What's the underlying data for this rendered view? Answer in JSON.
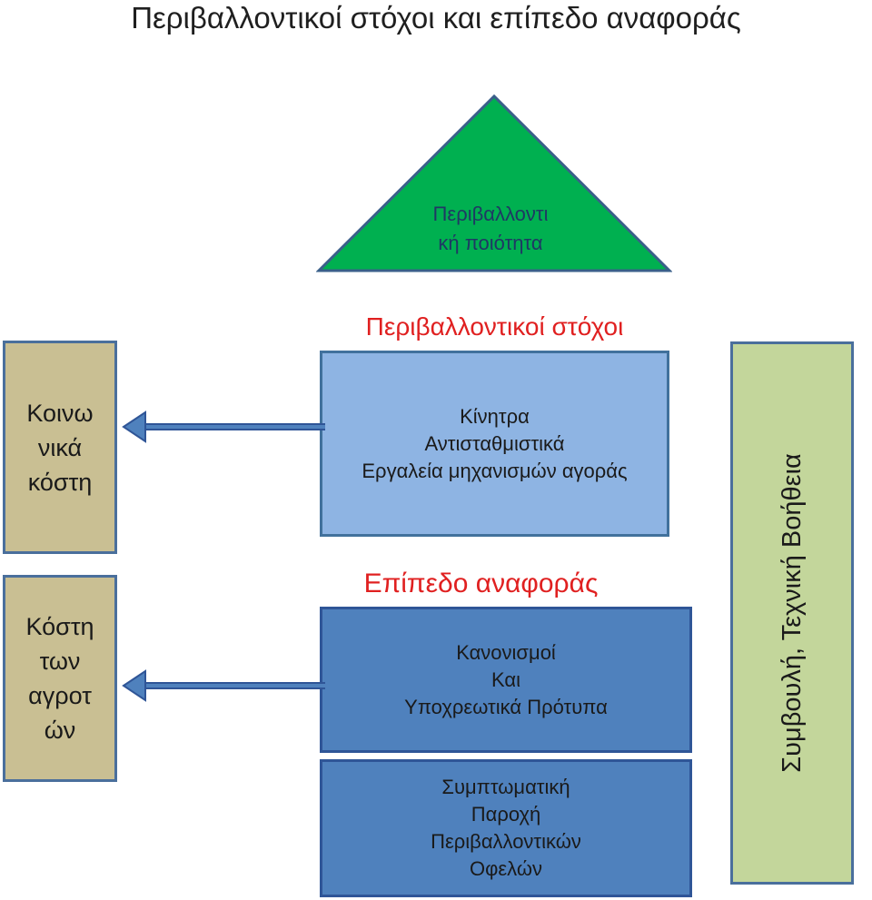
{
  "title": "Περιβαλλοντικοί στόχοι και επίπεδο αναφοράς",
  "triangle": {
    "line1": "Περιβαλλοντι",
    "line2": "κή ποιότητα"
  },
  "env_goals_label": "Περιβαλλοντικοί στόχοι",
  "incentives_box": {
    "line1": "Κίνητρα",
    "line2": "Αντισταθμιστικά",
    "line3": "Εργαλεία μηχανισμών αγοράς"
  },
  "reference_label": "Επίπεδο αναφοράς",
  "regulations_box": {
    "line1": "Κανονισμοί",
    "line2": "Και",
    "line3": "Υποχρεωτικά Πρότυπα"
  },
  "benefits_box": {
    "line1": "Συμπτωματική",
    "line2": "Παροχή",
    "line3": "Περιβαλλοντικών",
    "line4": "Οφελών"
  },
  "social_cost_box": {
    "line1": "Κοινω",
    "line2": "νικά",
    "line3": "κόστη"
  },
  "farmer_cost_box": {
    "line1": "Κόστη",
    "line2": "των",
    "line3": "αγροτ",
    "line4": "ών"
  },
  "side_box": {
    "label": "Συμβουλή, Τεχνική Βοήθεια"
  },
  "colors": {
    "triangle_fill": "#00b050",
    "light_blue": "#8eb4e3",
    "mid_blue": "#4f81bd",
    "tan": "#c9bf93",
    "green_side": "#c3d69b",
    "red_text": "#e02020"
  }
}
